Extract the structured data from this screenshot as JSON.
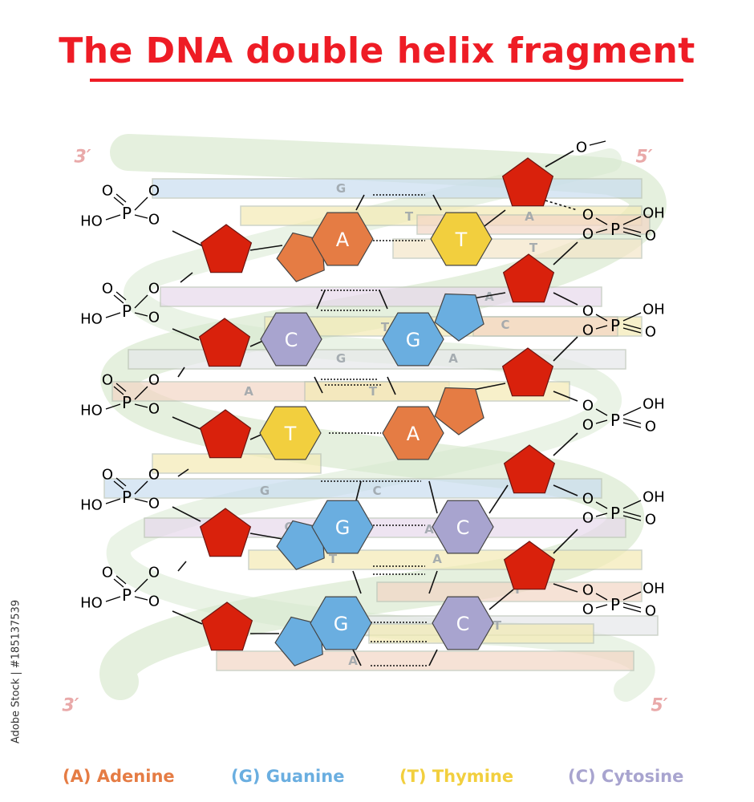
{
  "title": "The DNA double helix fragment",
  "strand_ends": {
    "top_left": "3′",
    "top_right": "5′",
    "bottom_left": "3′",
    "bottom_right": "5′"
  },
  "colors": {
    "adenine": "#e57c44",
    "guanine": "#6aaee0",
    "thymine": "#f2cf3e",
    "cytosine": "#a8a4cf",
    "sugar": "#d9210c",
    "title": "#ee1c25"
  },
  "methyl_label": "O",
  "phosphate": {
    "o": "O",
    "p": "P",
    "oh": "OH",
    "ho": "HO"
  },
  "base_pairs": [
    {
      "left": "A",
      "right": "T",
      "left_type": "purine",
      "right_type": "pyrimidine"
    },
    {
      "left": "C",
      "right": "G",
      "left_type": "pyrimidine",
      "right_type": "purine"
    },
    {
      "left": "T",
      "right": "A",
      "left_type": "pyrimidine",
      "right_type": "purine"
    },
    {
      "left": "G",
      "right": "C",
      "left_type": "purine",
      "right_type": "pyrimidine"
    },
    {
      "left": "G",
      "right": "C",
      "left_type": "purine",
      "right_type": "pyrimidine"
    }
  ],
  "background_bases": [
    "G",
    "T",
    "A",
    "T",
    "A",
    "T",
    "C",
    "G",
    "A",
    "A",
    "T",
    "G",
    "C",
    "C",
    "A",
    "T",
    "A",
    "T",
    "T",
    "A"
  ],
  "legend": [
    {
      "letter": "(A)",
      "name": "Adenine",
      "color": "#e57c44"
    },
    {
      "letter": "(G)",
      "name": "Guanine",
      "color": "#6aaee0"
    },
    {
      "letter": "(T)",
      "name": "Thymine",
      "color": "#f2cf3e"
    },
    {
      "letter": "(C)",
      "name": "Cytosine",
      "color": "#a8a4cf"
    }
  ],
  "side_text": "Adobe Stock | #185137539"
}
